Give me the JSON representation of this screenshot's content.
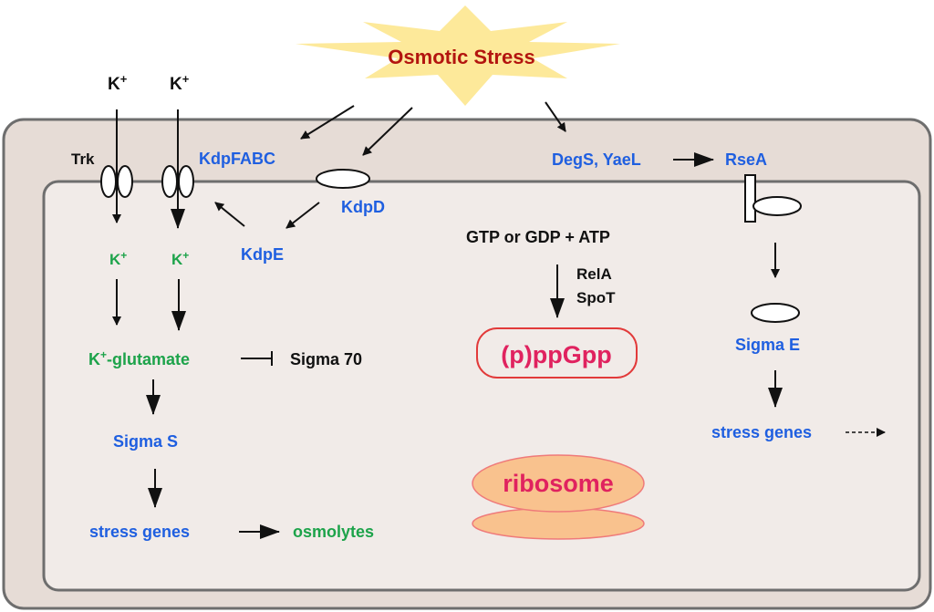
{
  "colors": {
    "outer_fill": "#e6dcd6",
    "inner_fill": "#f1ebe8",
    "membrane_stroke": "#6e6e6e",
    "blue_text": "#1f5fe0",
    "green_text": "#1da34a",
    "black_text": "#111111",
    "red_title": "#b3150f",
    "pink_text": "#e0225f",
    "star_fill": "#fde99a",
    "ppgpp_border": "#e23a3a",
    "ribosome_fill": "#f9c28e",
    "ribosome_stroke": "#ef7a7a"
  },
  "labels": {
    "title": "Osmotic Stress",
    "k_plus_left": "K",
    "k_plus_right": "K",
    "plus": "+",
    "trk": "Trk",
    "kdpfabc": "KdpFABC",
    "kdpd": "KdpD",
    "kdpe": "KdpE",
    "k_in_left": "K",
    "k_in_right": "K",
    "k_glutamate_k": "K",
    "k_glutamate_rest": "-glutamate",
    "sigma70": "Sigma 70",
    "sigma_s": "Sigma S",
    "stress_genes_left": "stress genes",
    "osmolytes": "osmolytes",
    "gtp": "GTP or GDP + ATP",
    "rela": "RelA",
    "spot": "SpoT",
    "ppgpp": "(p)ppGpp",
    "ribosome": "ribosome",
    "degs_yael": "DegS, YaeL",
    "rsea": "RseA",
    "sigma_e": "Sigma E",
    "stress_genes_right": "stress genes"
  }
}
